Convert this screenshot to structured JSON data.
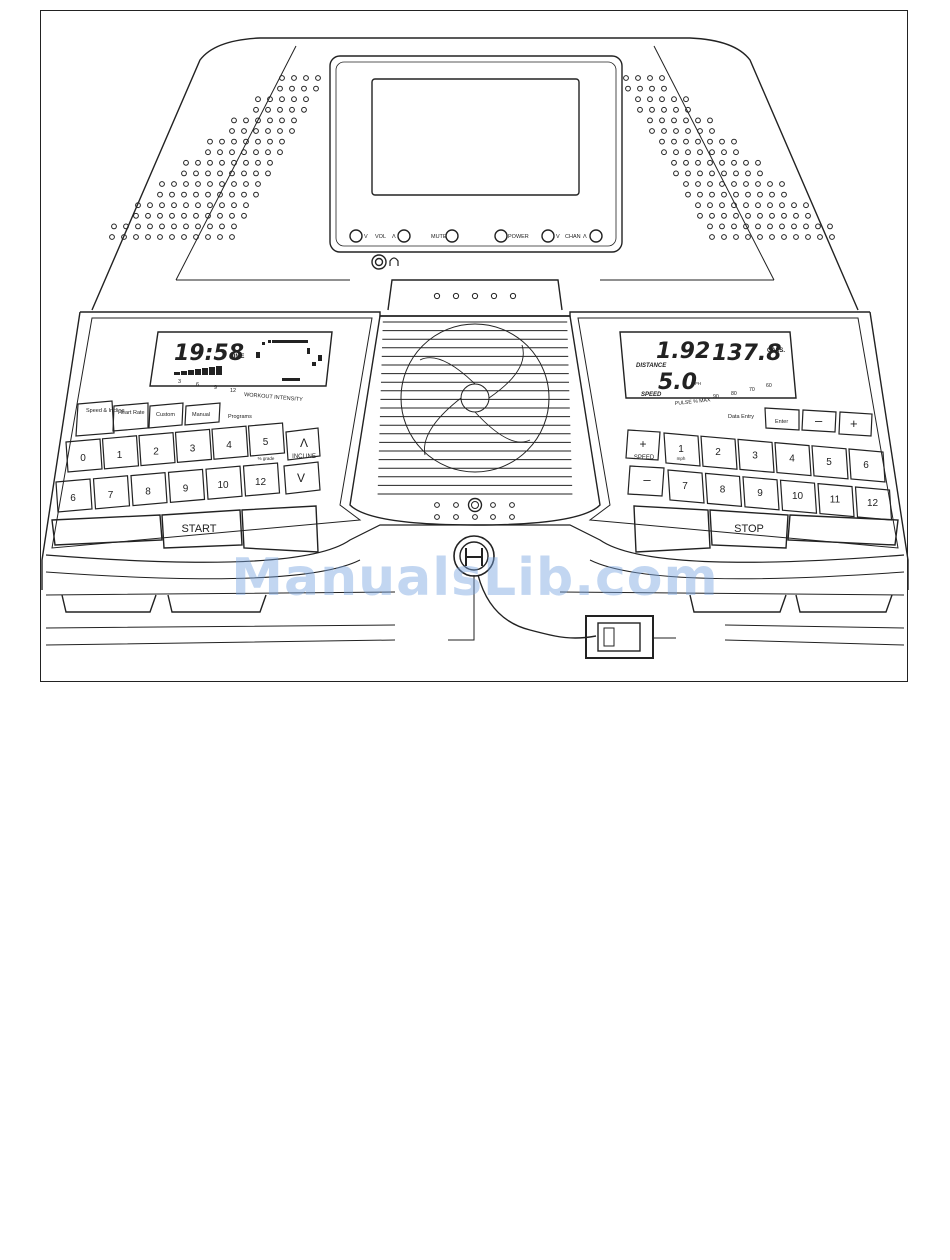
{
  "colors": {
    "line": "#222222",
    "panel": "#ffffff",
    "watermark": "#78a5e1"
  },
  "tv": {
    "vol_down": "V",
    "vol_label": "VOL",
    "vol_up": "Λ",
    "mute_label": "MUTE",
    "power_label": "POWER",
    "chan_down": "V",
    "chan_label": "CHAN",
    "chan_up": "Λ",
    "headphone_icon": "headphone-icon"
  },
  "left_display": {
    "time_value": "19:58",
    "time_label": "TIME",
    "intensity_ticks": [
      "3",
      "6",
      "9",
      "12"
    ],
    "intensity_label": "WORKOUT INTENSITY"
  },
  "program_buttons": [
    "Speed & Incline",
    "Heart Rate",
    "Custom",
    "Manual",
    "Programs"
  ],
  "incline_keys_top": [
    "0",
    "1",
    "2",
    "3",
    "4",
    "5"
  ],
  "incline_keys_bottom": [
    "6",
    "7",
    "8",
    "9",
    "10",
    "12"
  ],
  "grade_label": "% grade",
  "incline_label": "INCLINE",
  "incline_up": "Λ",
  "incline_down": "V",
  "start_label": "START",
  "right_display": {
    "distance_value": "1.92",
    "calories_value": "137.8",
    "cals_label": "CALS.",
    "distance_label": "DISTANCE",
    "speed_value": "5.0",
    "mph_label": "MPH",
    "speed_label": "SPEED",
    "pulse_label": "PULSE % MAX",
    "pulse_ticks": [
      "90",
      "80",
      "70",
      "60"
    ]
  },
  "data_entry_label": "Data Entry",
  "enter_label": "Enter",
  "minus_label": "–",
  "plus_label": "+",
  "speed_plus": "+",
  "speed_label": "SPEED",
  "speed_minus": "–",
  "mph_small": "mph",
  "speed_keys_top": [
    "1",
    "2",
    "3",
    "4",
    "5",
    "6"
  ],
  "speed_keys_bottom": [
    "7",
    "8",
    "9",
    "10",
    "11",
    "12"
  ],
  "stop_label": "STOP",
  "watermark": "ManualsLib.com",
  "icons": [
    "headphone-icon",
    "fan-icon",
    "key-icon",
    "clip-icon"
  ]
}
